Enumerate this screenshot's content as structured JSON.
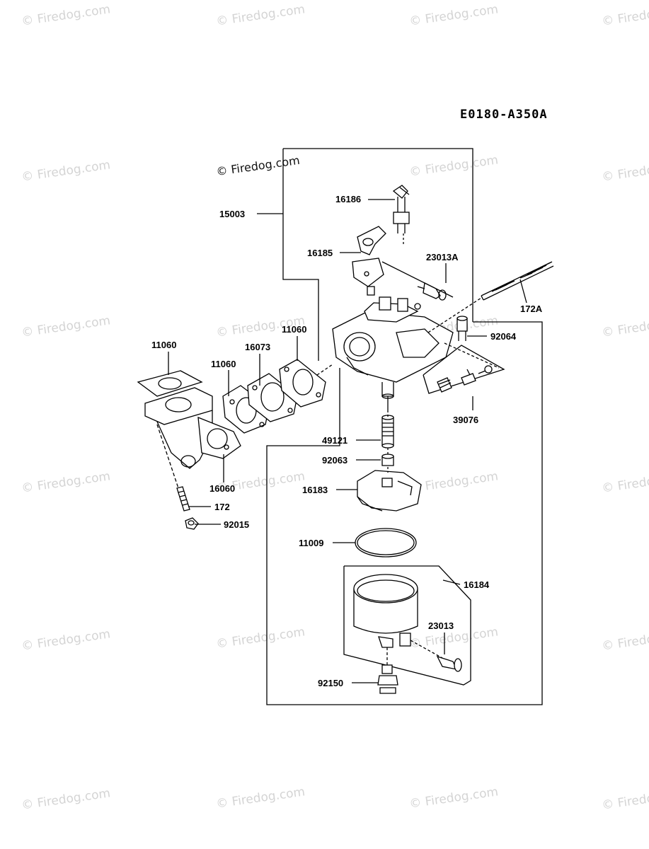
{
  "diagram_code": "E0180-A350A",
  "watermark": "© Firedog.com",
  "part_numbers": {
    "p15003": "15003",
    "p16186": "16186",
    "p16185": "16185",
    "p23013A": "23013A",
    "p172A": "172A",
    "p92064": "92064",
    "p39076": "39076",
    "p11060a": "11060",
    "p16073": "16073",
    "p11060b": "11060",
    "p11060c": "11060",
    "p16060": "16060",
    "p172": "172",
    "p92015": "92015",
    "p49121": "49121",
    "p92063": "92063",
    "p16183": "16183",
    "p11009": "11009",
    "p16184": "16184",
    "p23013": "23013",
    "p92150": "92150"
  }
}
